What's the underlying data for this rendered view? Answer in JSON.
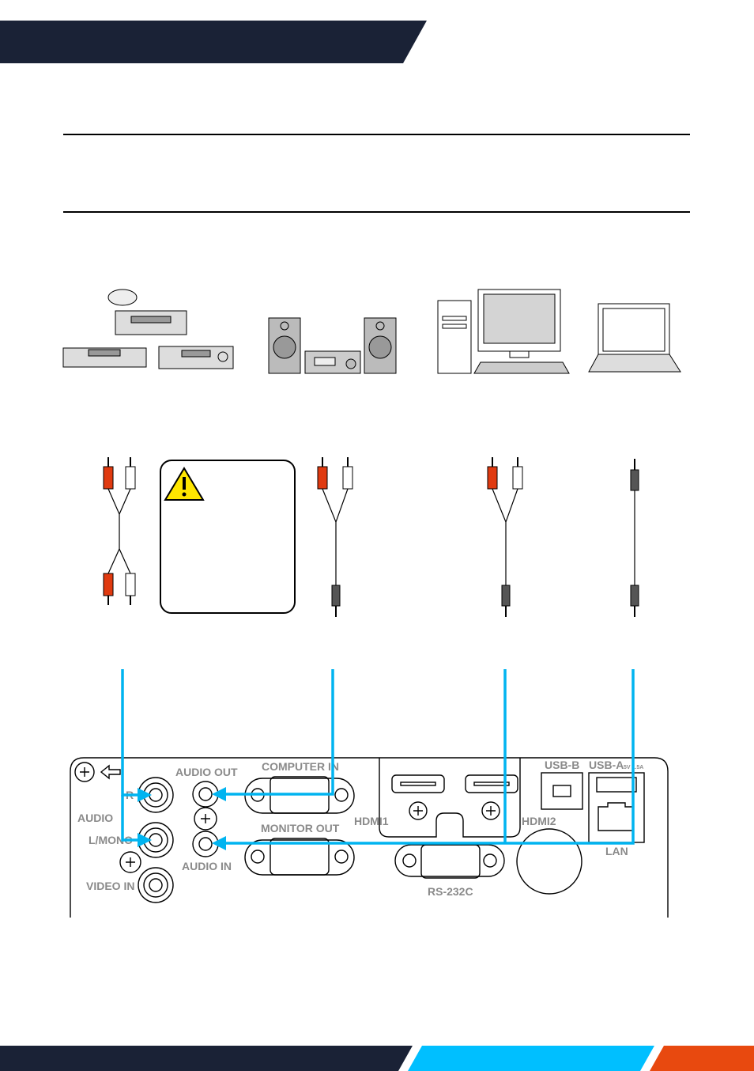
{
  "colors": {
    "header": "#1a2236",
    "accent_blue": "#00bfff",
    "accent_orange": "#e8490f",
    "cable_line": "#00b4f0",
    "warning": "#ffe600"
  },
  "icons": [
    "dvd-player-icon",
    "cd-icon",
    "audio-speakers-icon",
    "desktop-computer-icon",
    "laptop-icon",
    "rca-cable-icon",
    "rca-to-minijack-cable-icon",
    "minijack-cable-icon",
    "warning-icon"
  ],
  "panel": {
    "audio": "AUDIO",
    "audio_r": "R",
    "audio_l": "L/MONO",
    "video_in": "VIDEO IN",
    "audio_out": "AUDIO OUT",
    "audio_in": "AUDIO IN",
    "computer_in": "COMPUTER IN",
    "monitor_out": "MONITOR OUT",
    "hdmi1": "HDMI1",
    "hdmi2": "HDMI2",
    "usb_b": "USB-B",
    "usb_a": "USB-A",
    "usb_a_rating": "5V 1.5A",
    "lan": "LAN",
    "rs232c": "RS-232C"
  }
}
